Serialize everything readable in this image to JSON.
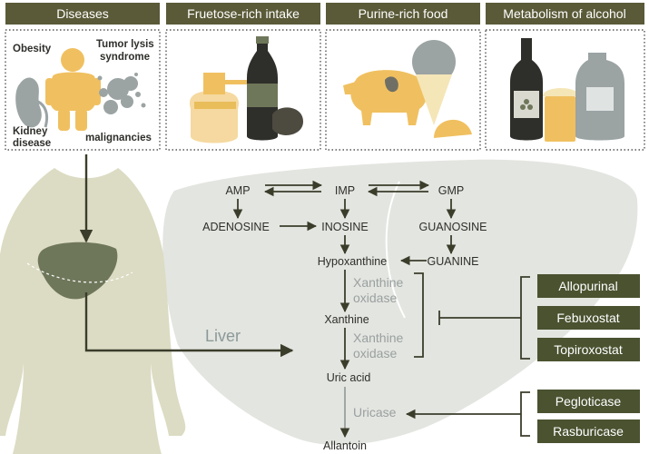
{
  "colors": {
    "header_bg": "#5a5a38",
    "header_text": "#ffffff",
    "arrow": "#3b3d2b",
    "liver_bg": "#e3e5e0",
    "body_fill": "#dcdcc4",
    "liver_organ": "#6f775a",
    "enzyme_text": "#9aa0a0",
    "drug_bg": "#4a5230",
    "accent_yellow": "#f0c060",
    "gray_icon": "#9ba3a3",
    "dark_bottle": "#2e2e2a"
  },
  "headers": {
    "diseases": "Diseases",
    "fructose": "Fruetose-rich intake",
    "purine": "Purine-rich food",
    "alcohol": "Metabolism of alcohol"
  },
  "disease_labels": {
    "obesity": "Obesity",
    "tumor_line1": "Tumor lysis",
    "tumor_line2": "syndrome",
    "kidney_line1": "Kidney",
    "kidney_line2": "disease",
    "malignancies": "malignancies"
  },
  "liver_label": "Liver",
  "pathway": {
    "amp": "AMP",
    "imp": "IMP",
    "gmp": "GMP",
    "adenosine": "ADENOSINE",
    "inosine": "INOSINE",
    "guanosine": "GUANOSINE",
    "hypoxanthine": "Hypoxanthine",
    "guanine": "GUANINE",
    "xo1_line1": "Xanthine",
    "xo1_line2": "oxidase",
    "xanthine": "Xanthine",
    "xo2_line1": "Xanthine",
    "xo2_line2": "oxidase",
    "uric_acid": "Uric acid",
    "uricase": "Uricase",
    "allantoin": "Allantoin"
  },
  "drugs": {
    "xo_inhibitors": [
      "Allopurinal",
      "Febuxostat",
      "Topiroxostat"
    ],
    "uricases": [
      "Pegloticase",
      "Rasburicase"
    ]
  }
}
